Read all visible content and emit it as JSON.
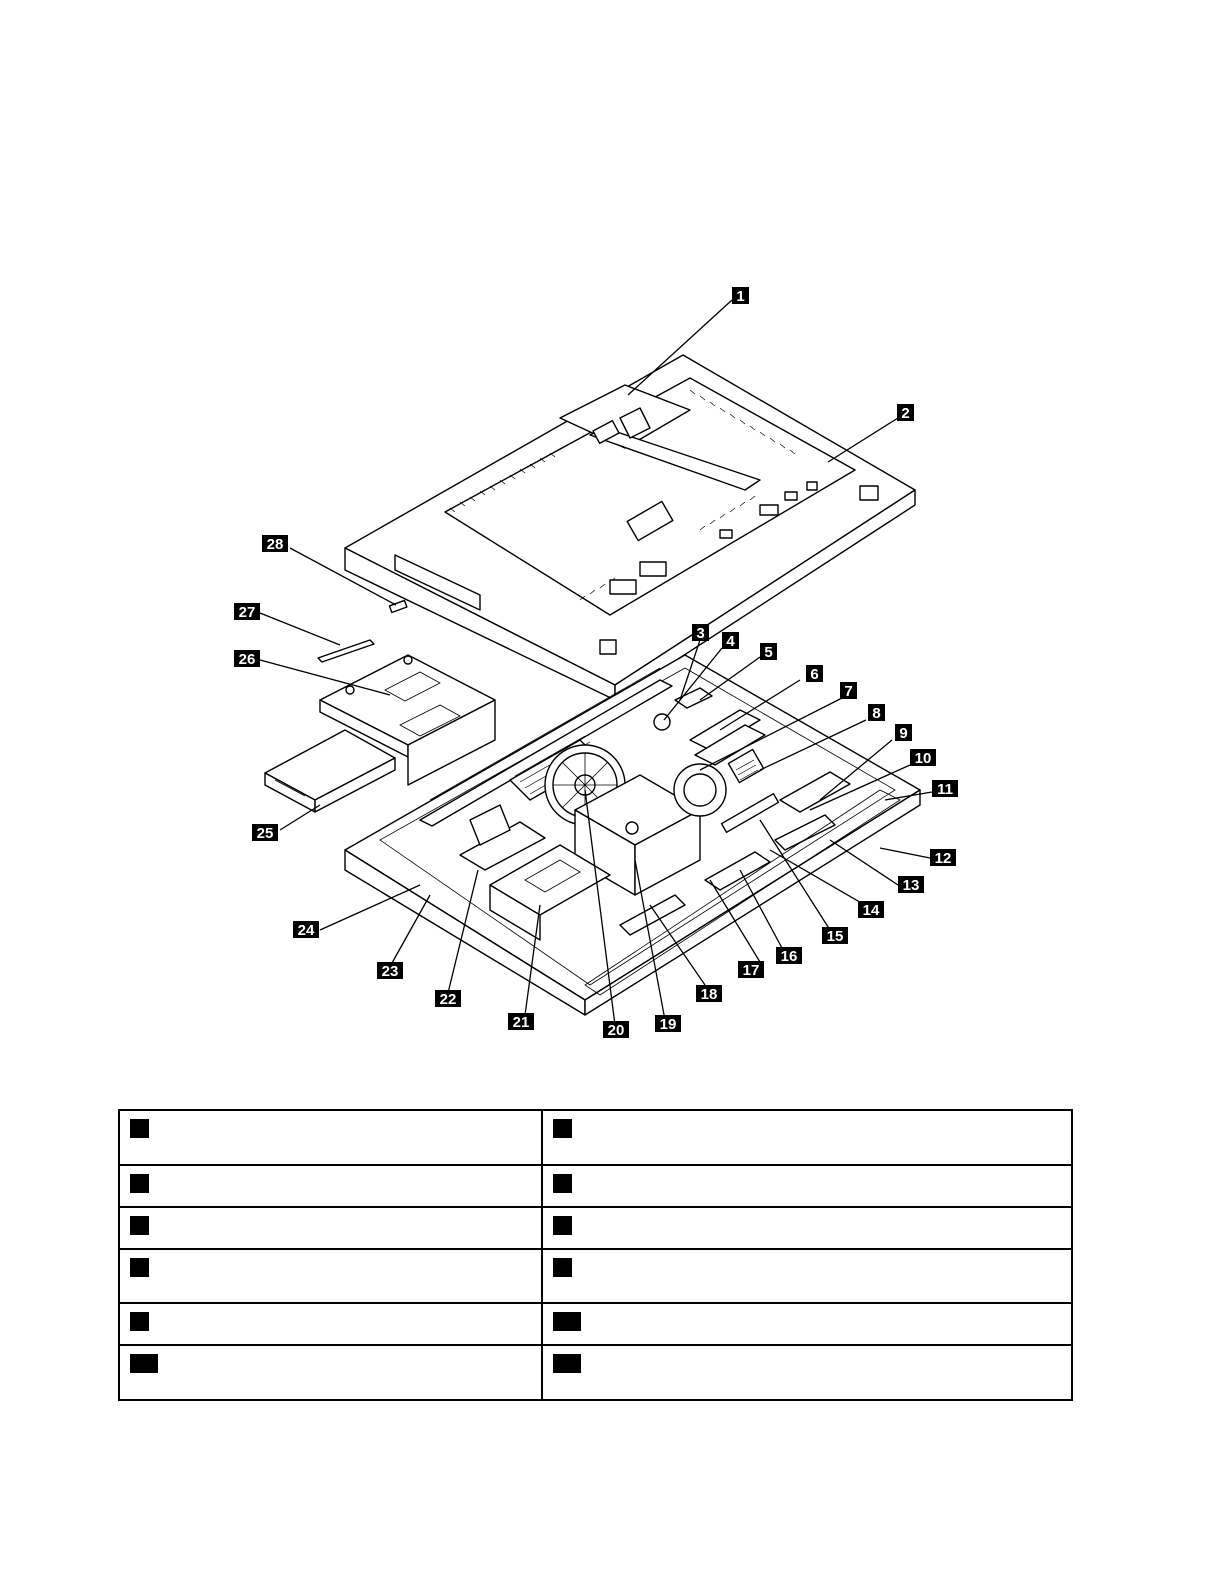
{
  "callouts": [
    "1",
    "2",
    "3",
    "4",
    "5",
    "6",
    "7",
    "8",
    "9",
    "10",
    "11",
    "12",
    "13",
    "14",
    "15",
    "16",
    "17",
    "18",
    "19",
    "20",
    "21",
    "22",
    "23",
    "24",
    "25",
    "26",
    "27",
    "28"
  ],
  "table": {
    "rows": [
      {
        "left": {
          "badge_digits": 1,
          "text": ""
        },
        "right": {
          "badge_digits": 1,
          "text": ""
        },
        "tall": true
      },
      {
        "left": {
          "badge_digits": 1,
          "text": ""
        },
        "right": {
          "badge_digits": 1,
          "text": ""
        },
        "tall": false
      },
      {
        "left": {
          "badge_digits": 1,
          "text": ""
        },
        "right": {
          "badge_digits": 1,
          "text": ""
        },
        "tall": false
      },
      {
        "left": {
          "badge_digits": 1,
          "text": ""
        },
        "right": {
          "badge_digits": 1,
          "text": ""
        },
        "tall": true
      },
      {
        "left": {
          "badge_digits": 1,
          "text": ""
        },
        "right": {
          "badge_digits": 2,
          "text": ""
        },
        "tall": false
      },
      {
        "left": {
          "badge_digits": 2,
          "text": ""
        },
        "right": {
          "badge_digits": 2,
          "text": ""
        },
        "tall": true
      }
    ]
  }
}
